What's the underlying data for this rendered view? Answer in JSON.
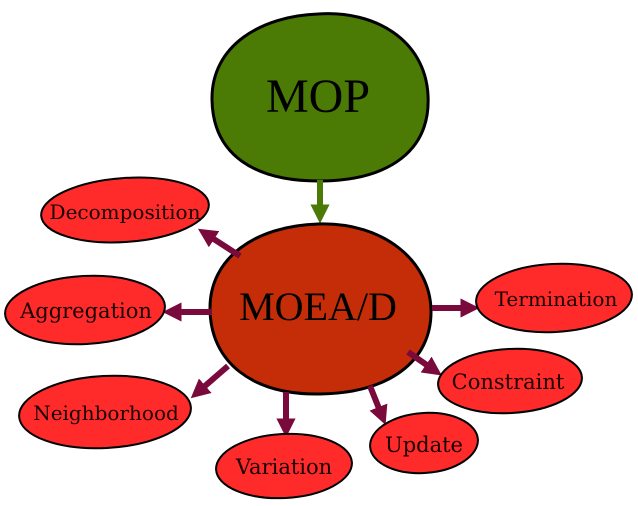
{
  "colors": {
    "mop_fill": "#4b7a05",
    "moead_fill": "#c42d08",
    "leaf_fill": "#ff2a2a",
    "outline": "#000000",
    "arrow_green": "#4b7a05",
    "arrow_maroon": "#7a0a3c",
    "background": "#ffffff"
  },
  "nodes": {
    "mop": "MOP",
    "moead": "MOEA/D",
    "decomposition": "Decomposition",
    "aggregation": "Aggregation",
    "neighborhood": "Neighborhood",
    "variation": "Variation",
    "update": "Update",
    "constraint": "Constraint",
    "termination": "Termination"
  }
}
